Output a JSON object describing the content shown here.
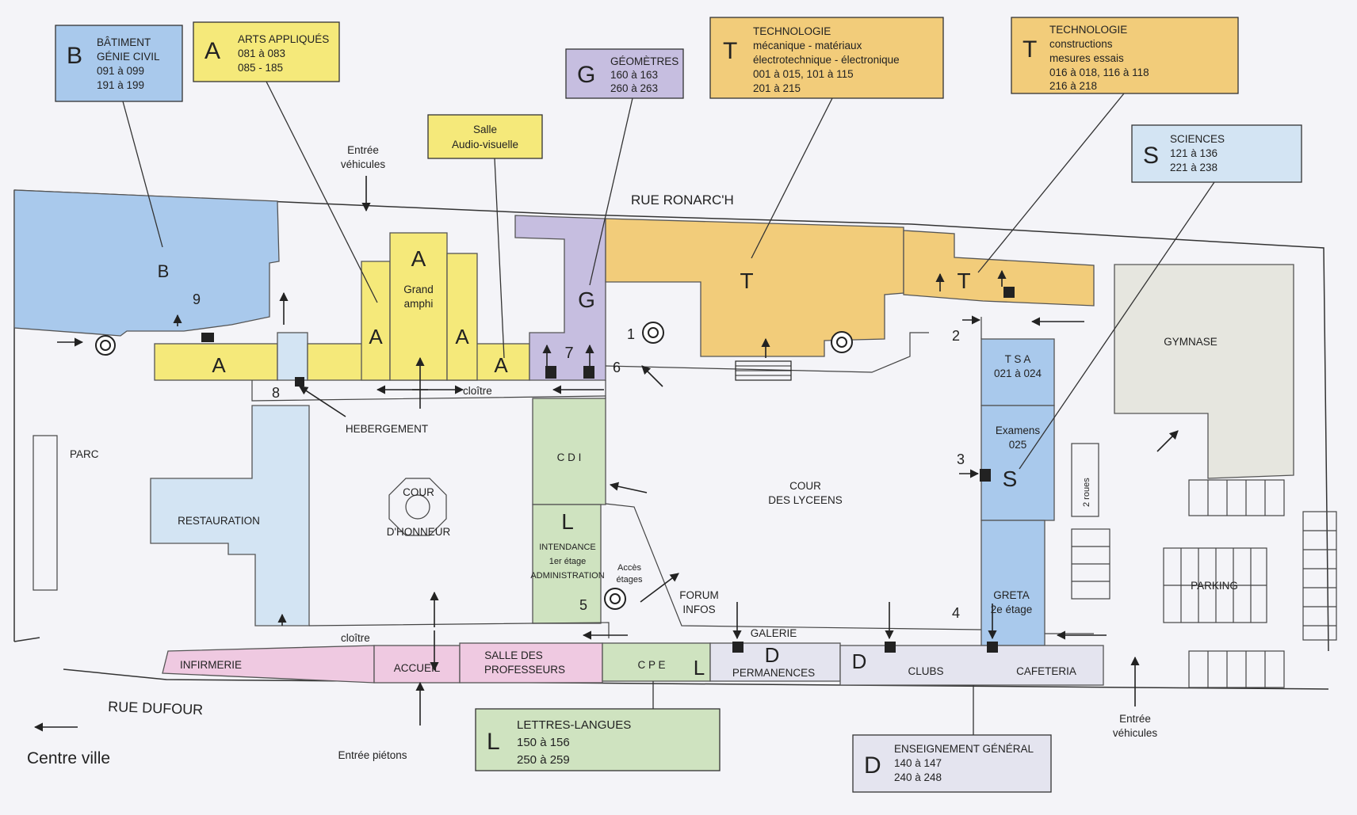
{
  "colors": {
    "yellow": "#f5e97a",
    "orange": "#f2cc7a",
    "blue": "#a9c9ec",
    "lightblue": "#d3e4f3",
    "purple": "#c6bee0",
    "green": "#cfe3c0",
    "pink": "#efc9e1",
    "lavender": "#e4e4ef",
    "gray": "#e6e6df"
  },
  "legends": {
    "B": {
      "letter": "B",
      "lines": [
        "BÂTIMENT",
        "GÉNIE CIVIL",
        "091  à  099",
        "191  à  199"
      ]
    },
    "A": {
      "letter": "A",
      "lines": [
        "ARTS APPLIQUÉS",
        "081  à  083",
        "085  -  185"
      ]
    },
    "G": {
      "letter": "G",
      "lines": [
        "GÉOMÈTRES",
        "160  à 163",
        "260  à 263"
      ]
    },
    "T1": {
      "letter": "T",
      "lines": [
        "TECHNOLOGIE",
        "mécanique - matériaux",
        "électrotechnique - électronique",
        "001  à  015,  101  à  115",
        "201  à  215"
      ]
    },
    "T2": {
      "letter": "T",
      "lines": [
        "TECHNOLOGIE",
        "constructions",
        "mesures essais",
        "016  à  018,  116  à  118",
        "216  à  218"
      ]
    },
    "S": {
      "letter": "S",
      "lines": [
        "SCIENCES",
        "121  à  136",
        "221  à  238"
      ]
    },
    "L": {
      "letter": "L",
      "lines": [
        "LETTRES-LANGUES",
        "150  à  156",
        "250  à  259"
      ]
    },
    "D": {
      "letter": "D",
      "lines": [
        "ENSEIGNEMENT GÉNÉRAL",
        "140  à  147",
        "240  à  248"
      ]
    },
    "salle": {
      "lines": [
        "Salle",
        "Audio-visuelle"
      ]
    }
  },
  "buildings": {
    "B": "B",
    "nine": "9",
    "A": "A",
    "amphi": [
      "Grand",
      "amphi"
    ],
    "G": "G",
    "seven": "7",
    "six": "6",
    "T": "T",
    "one": "1",
    "two": "2",
    "three": "3",
    "four": "4",
    "five": "5",
    "eight": "8",
    "tsa": [
      "T S A",
      "021  à  024"
    ],
    "examens": [
      "Examens",
      "025"
    ],
    "S": "S",
    "greta": [
      "GRETA",
      "2e  étage"
    ],
    "gymnase": "GYMNASE",
    "cdi": "C D I",
    "L": "L",
    "intendance": [
      "INTENDANCE",
      "1er étage",
      "ADMINISTRATION"
    ],
    "restauration": "RESTAURATION",
    "infirmerie": "INFIRMERIE",
    "accueil": "ACCUEIL",
    "salleprof": [
      "SALLE  DES",
      "PROFESSEURS"
    ],
    "cpe": "C P E",
    "D": "D",
    "permanences": "PERMANENCES",
    "clubs": "CLUBS",
    "cafeteria": "CAFETERIA"
  },
  "labels": {
    "entreeVehicules": [
      "Entrée",
      "véhicules"
    ],
    "rueRonarch": "RUE RONARC'H",
    "rueDufour": "RUE DUFOUR",
    "centreVille": "Centre ville",
    "entreePietons": "Entrée  piétons",
    "cloitre": "cloître",
    "hebergement": "HEBERGEMENT",
    "parc": "PARC",
    "courHonneur": [
      "COUR",
      "D'HONNEUR"
    ],
    "courLyceens": [
      "COUR",
      "DES LYCEENS"
    ],
    "deuxRoues": "2  roues",
    "parking": "PARKING",
    "accesEtages": [
      "Accès",
      "étages"
    ],
    "forum": [
      "FORUM",
      "INFOS"
    ],
    "galerie": "GALERIE"
  }
}
